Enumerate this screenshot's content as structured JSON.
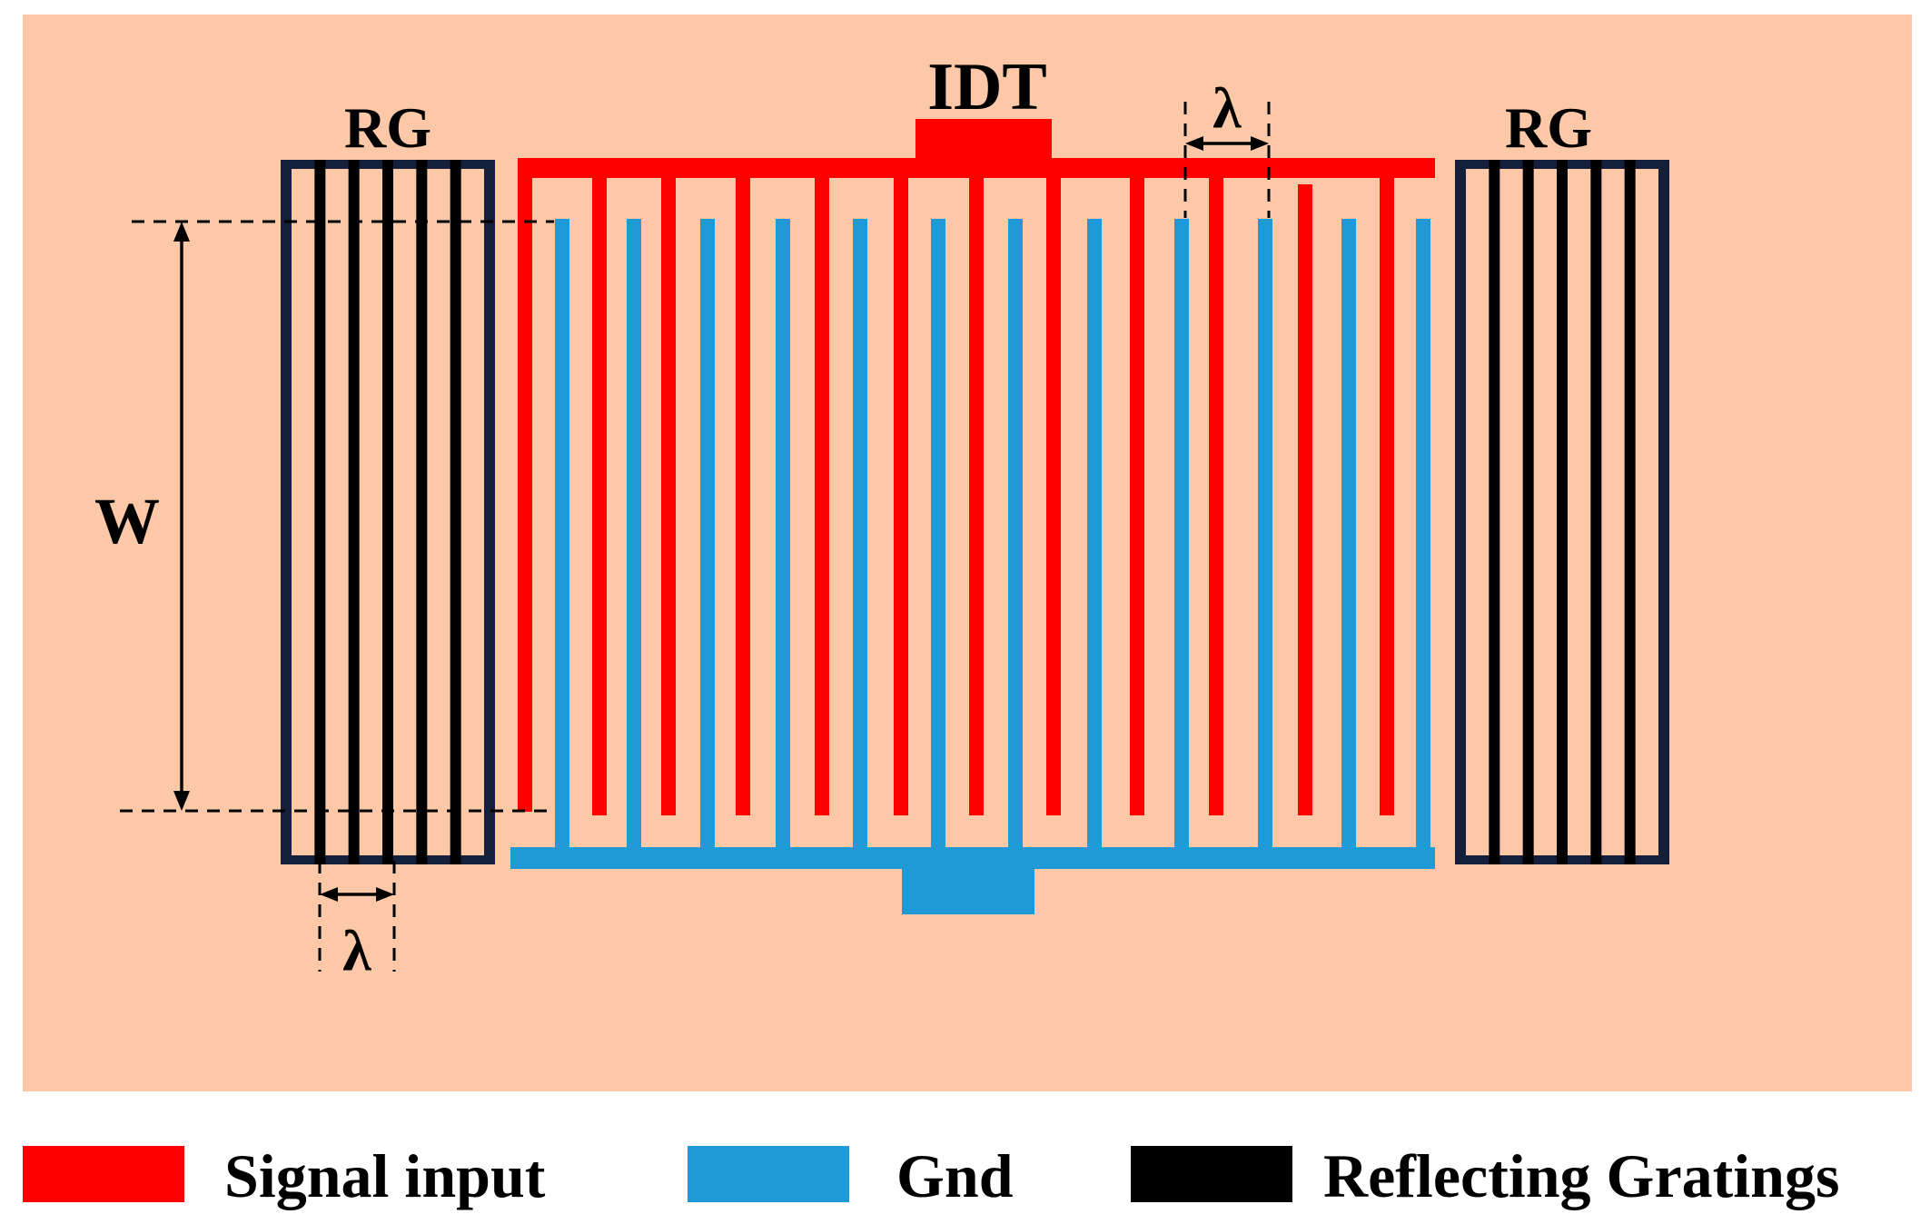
{
  "colors": {
    "substrate": "#FDC8A8",
    "signal": "#FF0000",
    "ground": "#1E9BD7",
    "grating": "#000000",
    "grating_edge": "#14203A"
  },
  "labels": {
    "idt": "IDT",
    "rg_left": "RG",
    "rg_right": "RG",
    "width": "W",
    "lambda_top": "λ",
    "lambda_bottom": "λ"
  },
  "legend": [
    {
      "label": "Signal input",
      "color_key": "signal"
    },
    {
      "label": "Gnd",
      "color_key": "ground"
    },
    {
      "label": "Reflecting Gratings",
      "color_key": "grating"
    }
  ]
}
